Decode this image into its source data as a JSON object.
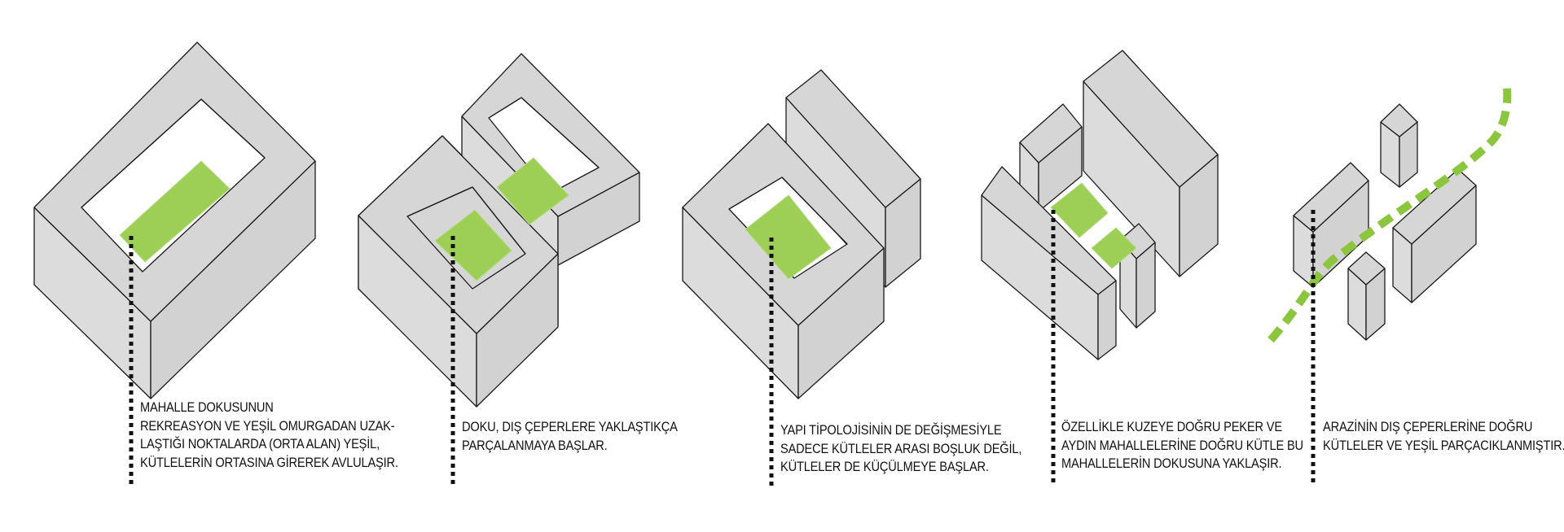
{
  "colors": {
    "block_top": "#d6d6d6",
    "block_left": "#dcdcdc",
    "block_right": "#d2d2d2",
    "block_stroke": "#1a1a1a",
    "green": "#9dce55",
    "green_dash": "#8cc63f",
    "leader": "#111111",
    "text": "#111111"
  },
  "steps": [
    {
      "caption": [
        "MAHALLE DOKUSUNUN",
        "REKREASYON VE YEŞİL OMURGADAN UZAK-",
        "LAŞTIĞI NOKTALARDA (ORTA ALAN) YEŞİL,",
        "KÜTLELERİN ORTASINA GİREREK AVLULAŞIR."
      ]
    },
    {
      "caption": [
        "DOKU, DIŞ ÇEPERLERE YAKLAŞTIKÇA",
        "PARÇALANMAYA BAŞLAR."
      ]
    },
    {
      "caption": [
        "YAPI TİPOLOJİSİNİN DE DEĞİŞMESİYLE",
        "SADECE KÜTLELER ARASI BOŞLUK DEĞİL,",
        "KÜTLELER DE KÜÇÜLMEYE BAŞLAR."
      ]
    },
    {
      "caption": [
        "ÖZELLİKLE KUZEYE DOĞRU PEKER VE",
        "AYDIN MAHALLELERİNE DOĞRU KÜTLE BU",
        "MAHALLELERİN DOKUSUNA YAKLAŞIR."
      ]
    },
    {
      "caption": [
        "ARAZİNİN DIŞ ÇEPERLERİNE DOĞRU",
        "KÜTLELER VE  YEŞİL PARÇACIKLANMIŞTIR."
      ]
    }
  ]
}
